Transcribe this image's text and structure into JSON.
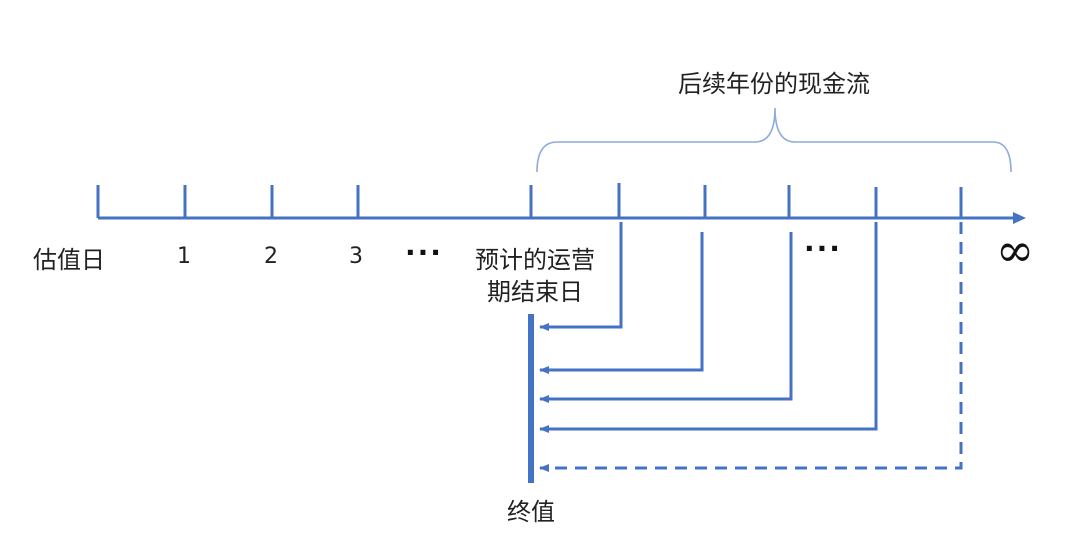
{
  "colors": {
    "line": "#4472c4",
    "brace": "#8faadc",
    "text": "#222222"
  },
  "labels": {
    "valuation_date": "估值日",
    "tick_1": "1",
    "tick_2": "2",
    "tick_3": "3",
    "ellipsis_left": "···",
    "forecast_end_line1": "预计的运营",
    "forecast_end_line2": "期结束日",
    "ellipsis_right": "···",
    "infinity": "∞",
    "subsequent_cash_flows": "后续年份的现金流",
    "terminal_value": "终值"
  }
}
